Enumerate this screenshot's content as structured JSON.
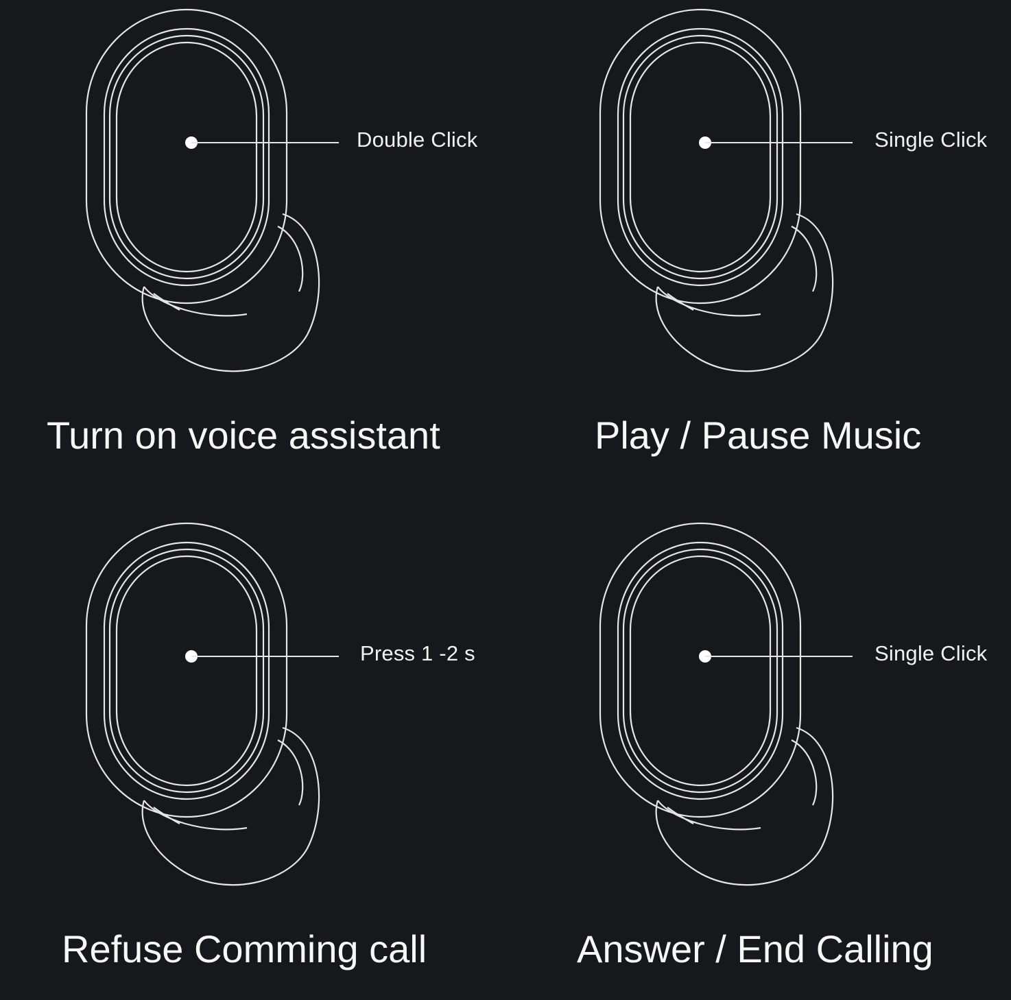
{
  "panels": [
    {
      "gesture": "Double Click",
      "action": "Turn on voice assistant"
    },
    {
      "gesture": "Single Click",
      "action": "Play / Pause Music"
    },
    {
      "gesture": "Press 1 -2 s",
      "action": "Refuse Comming call"
    },
    {
      "gesture": "Single Click",
      "action": "Answer / End Calling"
    }
  ]
}
